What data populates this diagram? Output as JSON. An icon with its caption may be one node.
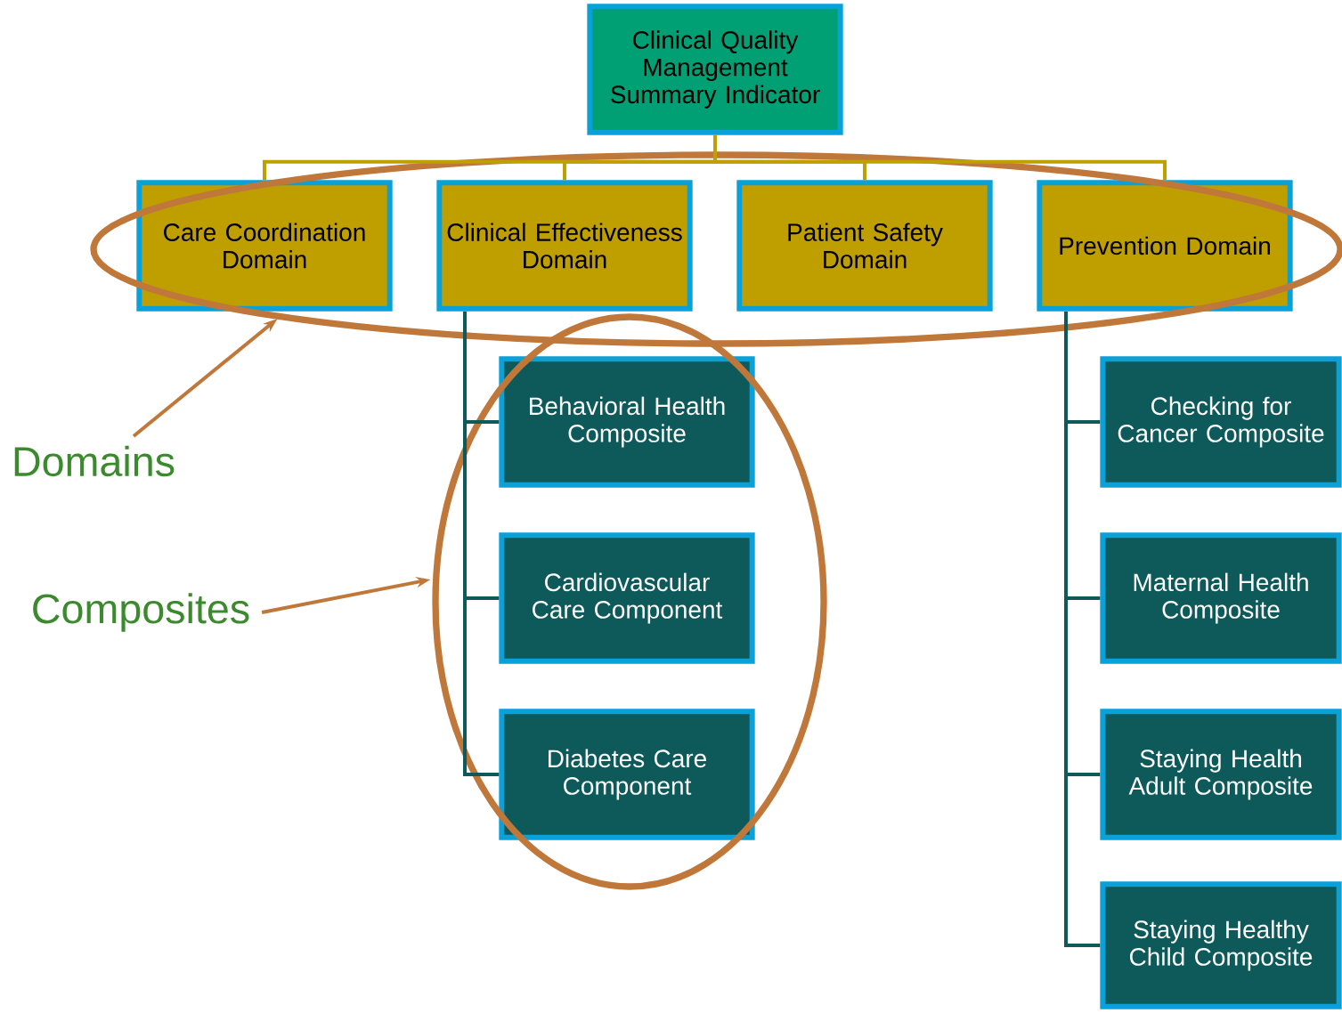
{
  "diagram": {
    "nodes": [
      {
        "text": [
          "Clinical Quality Management Summary Indicator"
        ]
      },
      {
        "text": [
          "Care Coordination Domain"
        ],
        "in": 13
      },
      {
        "text": [
          "Clinical Effectiveness Domain"
        ],
        "in": 13
      },
      {
        "text": [
          "Patient Safety Domain"
        ],
        "in": 13
      },
      {
        "text": [
          "Prevention Domain"
        ],
        "in": 13
      },
      {
        "text": [
          "Behavioral Health Composite"
        ],
        "in": 15
      },
      {
        "text": [
          "Cardiovascular Care Component"
        ],
        "in": 15
      },
      {
        "text": [
          "Diabetes Care Component"
        ],
        "in": 15
      },
      {
        "text": [
          "Checking for Cancer Composite"
        ]
      },
      {
        "text": [
          "Maternal Health Composite"
        ]
      },
      {
        "text": [
          "Staying Health Adult Composite"
        ]
      },
      {
        "text": [
          "Staying Healthy Child Composite"
        ]
      },
      {
        "text": [
          "Domains"
        ]
      },
      {
        "text": [],
        "shape": "ellipse"
      },
      {
        "text": [
          "Composites"
        ]
      },
      {
        "text": [],
        "shape": "ellipse"
      }
    ],
    "edges": [
      {
        "from": 0,
        "to": 1,
        "arrow": "none",
        "color": "#bfa000"
      },
      {
        "from": 0,
        "to": 2,
        "arrow": "none",
        "color": "#bfa000"
      },
      {
        "from": 0,
        "to": 3,
        "arrow": "none",
        "color": "#bfa000"
      },
      {
        "from": 0,
        "to": 4,
        "arrow": "none",
        "color": "#bfa000"
      },
      {
        "from": 2,
        "to": 5,
        "arrow": "none"
      },
      {
        "from": 2,
        "to": 6,
        "arrow": "none"
      },
      {
        "from": 2,
        "to": 7,
        "arrow": "none"
      },
      {
        "from": 4,
        "to": 8,
        "arrow": "none"
      },
      {
        "from": 4,
        "to": 9,
        "arrow": "none"
      },
      {
        "from": 4,
        "to": 10,
        "arrow": "none"
      },
      {
        "from": 4,
        "to": 11,
        "arrow": "none"
      },
      {
        "from": 12,
        "to": 13,
        "arrow": "to",
        "color": "#c0773a"
      },
      {
        "from": 14,
        "to": 15,
        "arrow": "to",
        "color": "#c0773a"
      }
    ]
  }
}
